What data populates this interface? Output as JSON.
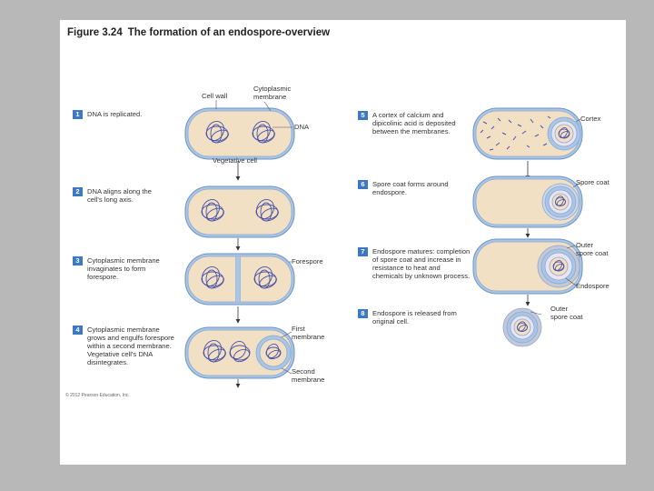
{
  "figure": {
    "number": "Figure 3.24",
    "title": "The formation of an endospore-overview",
    "copyright": "© 2012 Pearson Education, Inc."
  },
  "steps": [
    {
      "num": "1",
      "text": "DNA is replicated."
    },
    {
      "num": "2",
      "text": "DNA aligns along the cell's long axis."
    },
    {
      "num": "3",
      "text": "Cytoplasmic membrane invaginates to form forespore."
    },
    {
      "num": "4",
      "text": "Cytoplasmic membrane grows and engulfs forespore within a second membrane. Vegetative cell's DNA disintegrates."
    },
    {
      "num": "5",
      "text": "A cortex of calcium and dipicolinic acid is deposited between the membranes."
    },
    {
      "num": "6",
      "text": "Spore coat forms around endospore."
    },
    {
      "num": "7",
      "text": "Endospore matures: completion of spore coat and increase in resistance to heat and chemicals by unknown process."
    },
    {
      "num": "8",
      "text": "Endospore is released from original cell."
    }
  ],
  "labels": {
    "cell_wall": "Cell wall",
    "cyto_membrane": [
      "Cytoplasmic",
      "membrane"
    ],
    "dna": "DNA",
    "vegetative_cell": "Vegetative cell",
    "forespore": "Forespore",
    "first_membrane": [
      "First",
      "membrane"
    ],
    "second_membrane": [
      "Second",
      "membrane"
    ],
    "cortex": "Cortex",
    "spore_coat": "Spore coat",
    "outer_spore_coat_7": [
      "Outer",
      "spore coat"
    ],
    "endospore": "Endospore",
    "outer_spore_coat_8": [
      "Outer",
      "spore coat"
    ]
  },
  "colors": {
    "cell_wall": "#a9c6e6",
    "cytoplasm": "#f2e0c4",
    "dna": "#4a52a8",
    "badge": "#3d78c4",
    "arrow": "#333333"
  }
}
